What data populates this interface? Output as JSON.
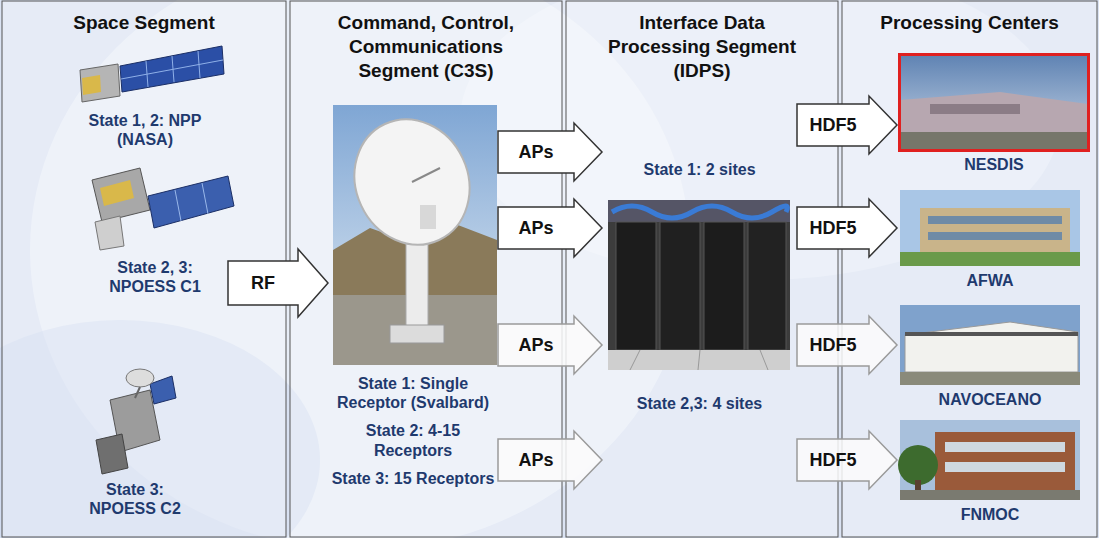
{
  "diagram": {
    "nodes": [
      {
        "text": [
          "Space Segment"
        ]
      },
      {
        "text": [
          "State 1, 2: NPP (NASA)"
        ],
        "in": 0
      },
      {
        "text": [
          "State 2, 3: NPOESS C1"
        ],
        "in": 0
      },
      {
        "text": [
          "State 3: NPOESS C2"
        ],
        "in": 0
      },
      {
        "text": [
          "Command, Control, Communications Segment (C3S)"
        ]
      },
      {
        "text": [
          "State 1: Single Receptor (Svalbard)",
          "State 2: 4-15 Receptors",
          "State 3: 15 Receptors"
        ],
        "in": 4
      },
      {
        "text": [
          "Interface Data Processing Segment (IDPS)"
        ]
      },
      {
        "text": [
          "State 1: 2 sites",
          "State 2,3: 4 sites"
        ],
        "in": 6
      },
      {
        "text": [
          "Processing Centers"
        ]
      },
      {
        "text": [
          "NESDIS"
        ],
        "in": 8
      },
      {
        "text": [
          "AFWA"
        ],
        "in": 8
      },
      {
        "text": [
          "NAVOCEANO"
        ],
        "in": 8
      },
      {
        "text": [
          "FNMOC"
        ],
        "in": 8
      }
    ],
    "edges": [
      {
        "from": 0,
        "to": 5,
        "label": "RF",
        "arrow": "to"
      },
      {
        "from": 5,
        "to": 7,
        "label": "APs",
        "arrow": "to"
      },
      {
        "from": 5,
        "to": 7,
        "label": "APs",
        "arrow": "to"
      },
      {
        "from": 5,
        "to": 7,
        "label": "APs",
        "arrow": "to"
      },
      {
        "from": 5,
        "to": 7,
        "label": "APs",
        "arrow": "to"
      },
      {
        "from": 7,
        "to": 9,
        "label": "HDF5",
        "arrow": "to"
      },
      {
        "from": 7,
        "to": 10,
        "label": "HDF5",
        "arrow": "to"
      },
      {
        "from": 7,
        "to": 11,
        "label": "HDF5",
        "arrow": "to"
      },
      {
        "from": 7,
        "to": 12,
        "label": "HDF5",
        "arrow": "to"
      }
    ]
  }
}
